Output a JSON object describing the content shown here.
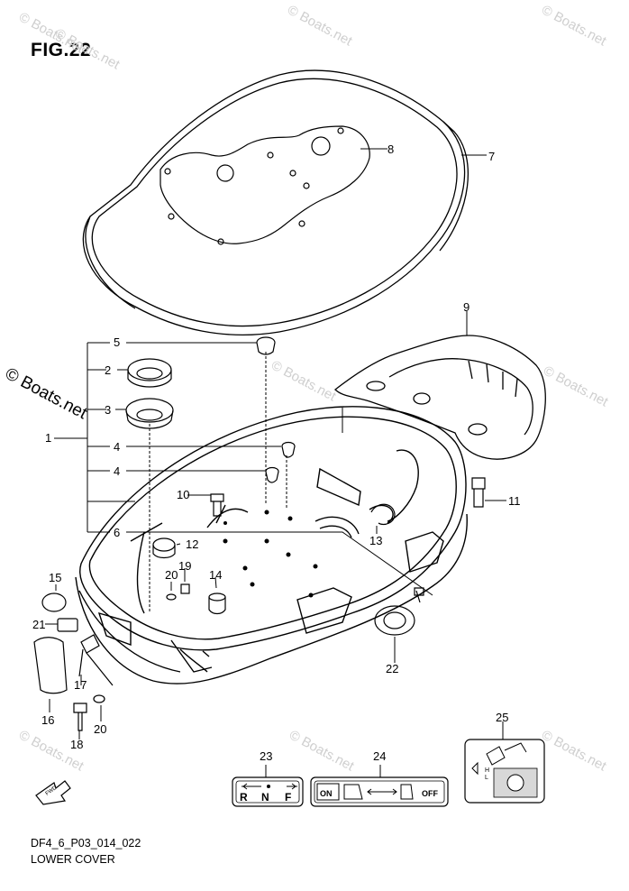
{
  "figure": {
    "title": "FIG.22",
    "code": "DF4_6_P03_014_022",
    "name": "LOWER COVER"
  },
  "watermark": {
    "text": "© Boats.net",
    "color": "#cccccc"
  },
  "callouts": {
    "c1": "1",
    "c2": "2",
    "c3": "3",
    "c4a": "4",
    "c4b": "4",
    "c5": "5",
    "c6": "6",
    "c7": "7",
    "c8": "8",
    "c9": "9",
    "c10": "10",
    "c11": "11",
    "c12": "12",
    "c13": "13",
    "c14": "14",
    "c15": "15",
    "c16": "16",
    "c17": "17",
    "c18": "18",
    "c19": "19",
    "c20a": "20",
    "c20b": "20",
    "c21": "21",
    "c22": "22",
    "c23": "23",
    "c24": "24",
    "c25": "25"
  },
  "labels": {
    "shift_decal": [
      "R",
      "N",
      "F"
    ],
    "choke_on": "ON",
    "choke_off": "OFF",
    "oil_h": "H",
    "oil_l": "L",
    "fwd": "FWD"
  }
}
